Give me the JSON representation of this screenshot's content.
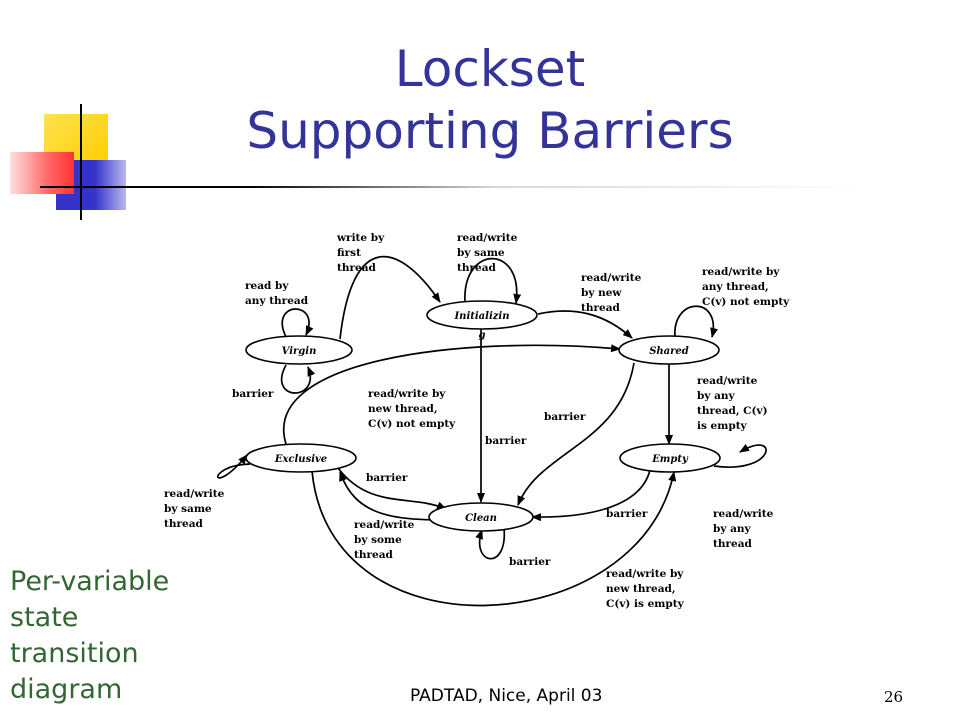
{
  "slide": {
    "title_line1": "Lockset",
    "title_line2": "Supporting Barriers",
    "caption": "Per-variable\nstate\ntransition\ndiagram",
    "footer": "PADTAD, Nice, April 03",
    "page_number": "26"
  },
  "colors": {
    "title": "#333399",
    "caption": "#336633",
    "deco_yellow": "#ffcc00",
    "deco_blue": "#3333cc",
    "deco_red": "#ff3333"
  },
  "states": {
    "virgin": "Virgin",
    "initializing": "Initializin\ng",
    "shared": "Shared",
    "exclusive": "Exclusive",
    "empty": "Empty",
    "clean": "Clean"
  },
  "labels": {
    "write_first": "write by\nfirst\nthread",
    "rw_same_init": "read/write\nby same\nthread",
    "read_any_virgin": "read by\nany thread",
    "rw_new_thread": "read/write\nby new\nthread",
    "rw_any_cv_not_empty": "read/write by\nany thread,\nC(v) not empty",
    "barrier_virgin": "barrier",
    "rw_new_cv_not_empty": "read/write by\nnew thread,\nC(v) not empty",
    "rw_any_cv_is_empty": "read/write\nby any\nthread, C(v)\nis empty",
    "barrier_shared": "barrier",
    "barrier_init": "barrier",
    "barrier_exclusive": "barrier",
    "rw_same_exclusive": "read/write\nby same\nthread",
    "rw_some_thread": "read/write\nby some\nthread",
    "barrier_empty": "barrier",
    "rw_any_empty": "read/write\nby any\nthread",
    "barrier_clean": "barrier",
    "rw_new_cv_is_empty": "read/write by\nnew thread,\nC(v) is empty"
  }
}
